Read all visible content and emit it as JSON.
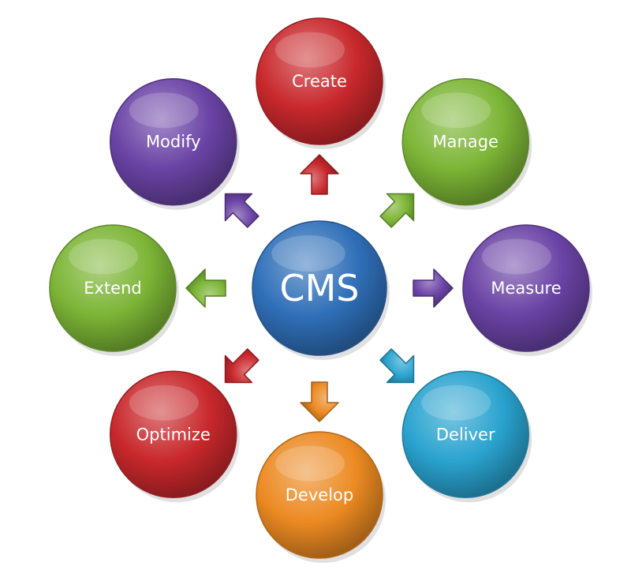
{
  "center": {
    "label": "CMS",
    "color": "#2f6fb8"
  },
  "nodes": [
    {
      "id": "create",
      "label": "Create",
      "color": "#c8282c"
    },
    {
      "id": "manage",
      "label": "Manage",
      "color": "#7cb536"
    },
    {
      "id": "measure",
      "label": "Measure",
      "color": "#6a43a5"
    },
    {
      "id": "deliver",
      "label": "Deliver",
      "color": "#2aa3cf"
    },
    {
      "id": "develop",
      "label": "Develop",
      "color": "#ec8a22"
    },
    {
      "id": "optimize",
      "label": "Optimize",
      "color": "#c8282c"
    },
    {
      "id": "extend",
      "label": "Extend",
      "color": "#7cb536"
    },
    {
      "id": "modify",
      "label": "Modify",
      "color": "#6a43a5"
    }
  ]
}
